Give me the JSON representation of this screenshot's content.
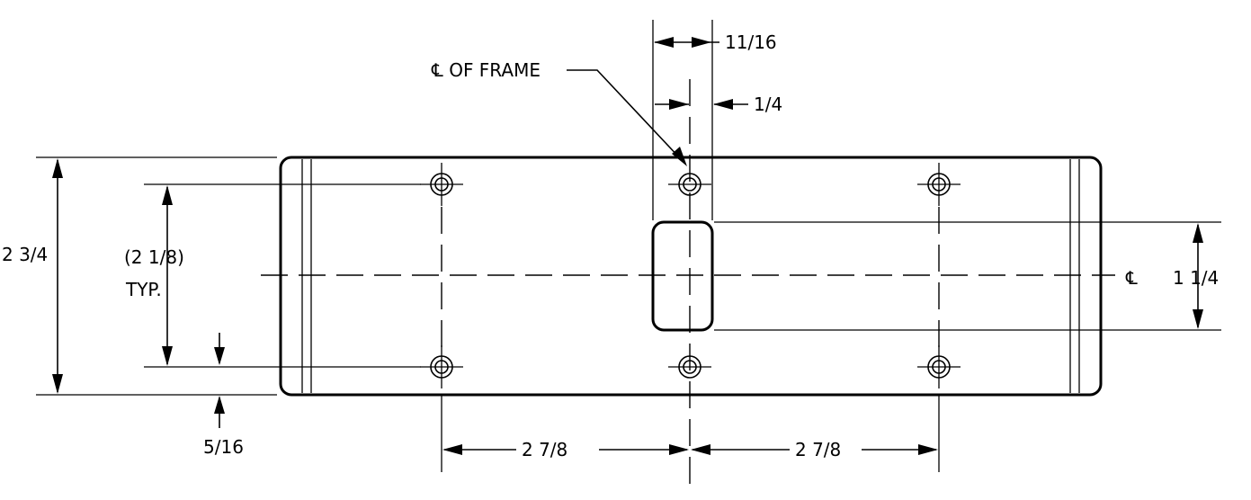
{
  "dimensions": {
    "centerline_frame": "℄ OF FRAME",
    "slot_width": "11/16",
    "offset": "1/4",
    "overall_height": "2 3/4",
    "hole_spacing_vertical": "(2 1/8)",
    "hole_spacing_typ": "TYP.",
    "edge_offset": "5/16",
    "slot_height": "1 1/4",
    "centerline_symbol": "℄",
    "hole_spacing_left": "2 7/8",
    "hole_spacing_right": "2 7/8"
  }
}
